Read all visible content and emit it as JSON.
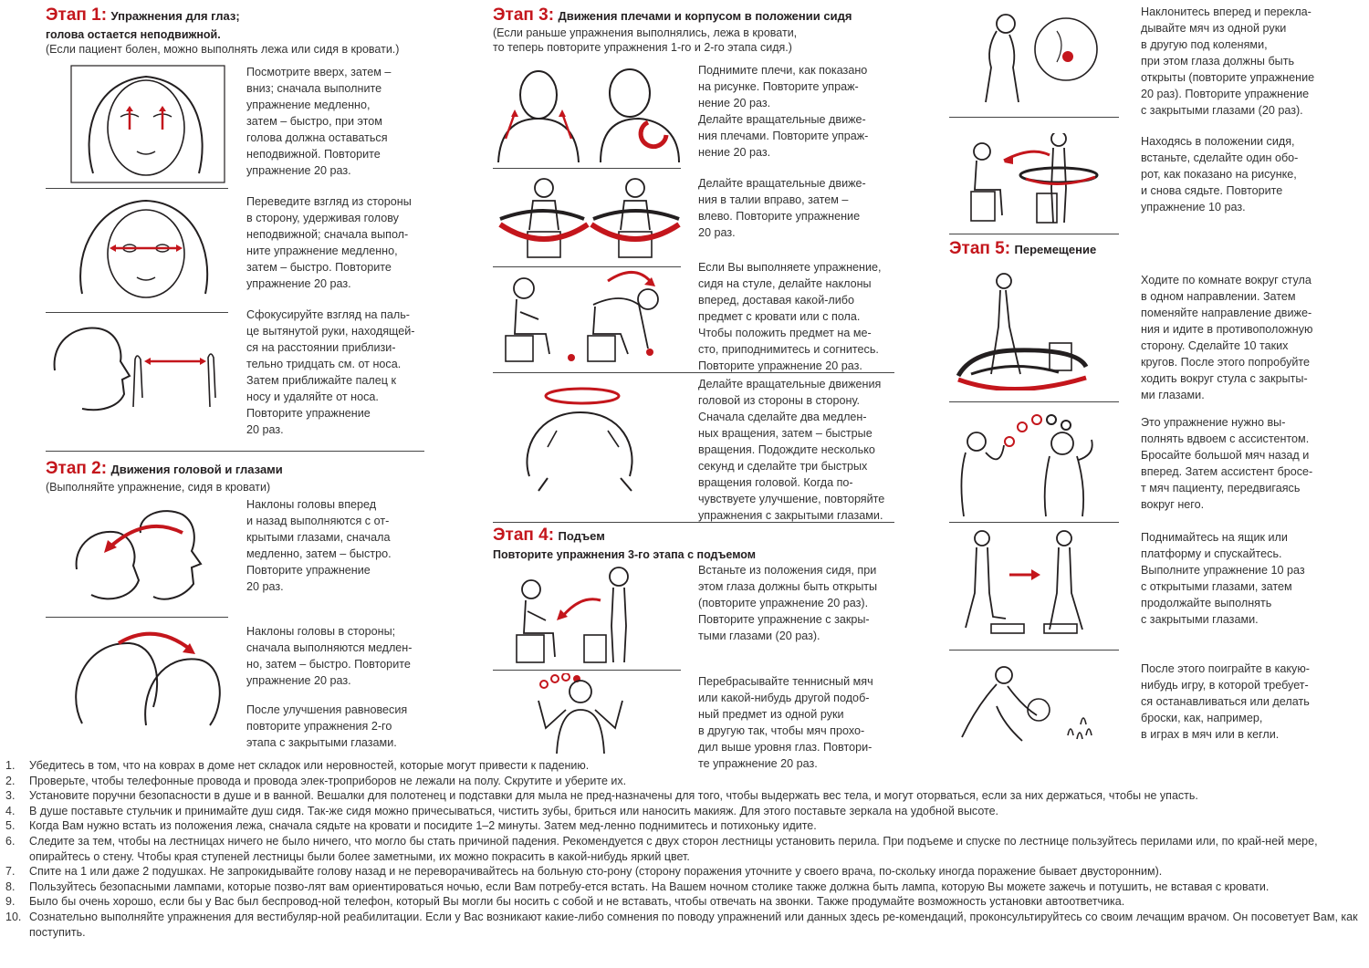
{
  "stage1": {
    "num": "Этап 1:",
    "title": "Упражнения для глаз;",
    "subtitle_bold": "голова остается неподвижной.",
    "note": "(Если пациент болен, можно выполнять лежа или сидя в кровати.)",
    "ex1": "Посмотрите вверх, затем –\nвниз; сначала выполните\nупражнение медленно,\nзатем – быстро, при этом\nголова должна оставаться\nнеподвижной. Повторите\nупражнение 20 раз.",
    "ex2": "Переведите взгляд из стороны\nв сторону, удерживая голову\nнеподвижной; сначала выпол-\nните упражнение медленно,\nзатем – быстро. Повторите\nупражнение 20 раз.",
    "ex3": "Сфокусируйте взгляд на паль-\nце вытянутой руки, находящей-\nся на расстоянии приблизи-\nтельно тридцать см. от носа.\nЗатем приближайте палец к\nносу и удаляйте от носа.\nПовторите упражнение\n20 раз."
  },
  "stage2": {
    "num": "Этап 2:",
    "title": "Движения головой и глазами",
    "note": "(Выполняйте упражнение, сидя в кровати)",
    "ex1": "Наклоны головы вперед\nи назад выполняются с от-\nкрытыми глазами, сначала\nмедленно, затем – быстро.\nПовторите упражнение\n20 раз.",
    "ex2": "Наклоны головы в стороны;\nсначала выполняются медлен-\nно, затем – быстро. Повторите\nупражнение 20 раз.",
    "ex3": "После улучшения равновесия\nповторите упражнения 2-го\nэтапа с закрытыми глазами."
  },
  "stage3": {
    "num": "Этап 3:",
    "title": "Движения плечами и  корпусом в положении сидя",
    "note1": "(Если раньше упражнения выполнялись, лежа в кровати,",
    "note2": "то теперь повторите упражнения 1-го и 2-го этапа сидя.)",
    "ex1": "Поднимите плечи, как показано\nна рисунке. Повторите упраж-\nнение 20 раз.\nДелайте вращательные движе-\nния плечами. Повторите упраж-\nнение 20 раз.",
    "ex2": "Делайте вращательные движе-\nния в талии вправо, затем –\nвлево. Повторите упражнение\n20 раз.",
    "ex3": "Если Вы выполняете упражнение,\nсидя на стуле, делайте наклоны\nвперед, доставая какой-либо\nпредмет с кровати или с пола.\nЧтобы положить предмет на ме-\nсто, приподнимитесь и согнитесь.\nПовторите упражнение 20 раз.",
    "ex4": "Делайте вращательные движения\nголовой из стороны в сторону.\nСначала сделайте два медлен-\nных вращения, затем – быстрые\nвращения. Подождите несколько\nсекунд и сделайте три быстрых\nвращения головой. Когда по-\nчувствуете улучшение, повторяйте\nупражнения с закрытыми глазами."
  },
  "stage4": {
    "num": "Этап 4:",
    "title": "Подъем",
    "subtitle_bold": "Повторите упражнения 3-го этапа с подъемом",
    "ex1": "Встаньте из положения сидя, при\nэтом глаза должны быть открыты\n(повторите упражнение 20 раз).\nПовторите упражнение с закры-\nтыми глазами (20 раз).",
    "ex2": "Перебрасывайте теннисный мяч\nили какой-нибудь другой подоб-\nный предмет из одной руки\nв другую так, чтобы мяч прохо-\nдил выше уровня глаз. Повтори-\nте упражнение 20 раз.",
    "ex3": "Наклонитесь вперед и перекла-\nдывайте мяч из одной руки\nв другую под коленями,\nпри этом глаза должны быть\nоткрыты (повторите упражнение\n20 раз). Повторите упражнение\nс закрытыми глазами (20 раз).",
    "ex4": "Находясь в положении сидя,\nвстаньте, сделайте один обо-\nрот, как показано на рисунке,\nи снова сядьте. Повторите\nупражнение 10 раз."
  },
  "stage5": {
    "num": "Этап 5:",
    "title": "Перемещение",
    "ex1": "Ходите по комнате вокруг стула\nв одном направлении. Затем\nпоменяйте направление движе-\nния и идите в противоположную\nсторону. Сделайте 10 таких\nкругов. После этого попробуйте\nходить вокруг стула с закрыты-\nми глазами.",
    "ex2": "Это упражнение нужно вы-\nполнять вдвоем с ассистентом.\nБросайте большой мяч назад и\nвперед. Затем ассистент бросе-\nт мяч пациенту, передвигаясь\nвокруг него.",
    "ex3": "Поднимайтесь на ящик или\nплатформу и спускайтесь.\nВыполните упражнение 10 раз\nс открытыми глазами, затем\nпродолжайте выполнять\nс закрытыми глазами.",
    "ex4": "После этого поиграйте в какую-\nнибудь игру, в которой требует-\nся останавливаться или делать\nброски, как, например,\nв играх в мяч или в кегли."
  },
  "tips": [
    {
      "n": "1.",
      "text": "Убедитесь в том, что на коврах в доме нет складок или неровностей, которые могут привести к падению."
    },
    {
      "n": "2.",
      "text": "Проверьте, чтобы телефонные провода и провода элек-троприборов не лежали на полу. Скрутите и уберите их."
    },
    {
      "n": "3.",
      "text": "Установите поручни безопасности в душе и в ванной. Вешалки для полотенец и подставки для мыла не пред-назначены для того, чтобы выдержать вес тела, и могут оторваться, если за них держаться, чтобы не упасть."
    },
    {
      "n": "4.",
      "text": "В душе поставьте стульчик и принимайте душ сидя. Так-же сидя можно причесываться, чистить зубы, бриться или наносить макияж. Для этого поставьте зеркала на удобной высоте."
    },
    {
      "n": "5.",
      "text": "Когда Вам нужно встать из положения лежа, сначала сядьте на кровати и посидите 1–2 минуты. Затем мед-ленно поднимитесь и потихоньку идите."
    },
    {
      "n": "6.",
      "text": "Следите за тем, чтобы на лестницах ничего не было ничего, что могло бы стать причиной падения. Рекомендуется с двух сторон лестницы установить перила. При подъеме и спуске по лестнице пользуйтесь перилами или, по край-ней мере, опирайтесь о стену. Чтобы края ступеней лестницы были более заметными, их можно покрасить в какой-нибудь яркий цвет."
    },
    {
      "n": "7.",
      "text": "Спите на 1 или даже 2 подушках. Не запрокидывайте голову назад и не переворачивайтесь на больную сто-рону (сторону поражения уточните у своего врача, по-скольку иногда поражение бывает двусторонним)."
    },
    {
      "n": "8.",
      "text": "Пользуйтесь безопасными лампами, которые позво-лят вам ориентироваться ночью, если Вам потребу-ется встать. На Вашем ночном столике также должна быть лампа, которую Вы можете зажечь и потушить, не вставая с кровати."
    },
    {
      "n": "9.",
      "text": "Было бы очень хорошо, если бы у Вас был беспровод-ной телефон, который Вы могли бы носить с собой и не вставать, чтобы отвечать на звонки. Также продумайте возможность установки автоответчика."
    },
    {
      "n": "10.",
      "text": "Сознательно выполняйте упражнения для вестибуляр-ной реабилитации. Если у Вас возникают какие-либо сомнения по поводу упражнений или данных здесь ре-комендаций, проконсультируйтесь со своим лечащим врачом. Он посоветует Вам, как поступить."
    }
  ],
  "colors": {
    "accent": "#c4161c",
    "ink": "#231f20",
    "text": "#333333"
  }
}
